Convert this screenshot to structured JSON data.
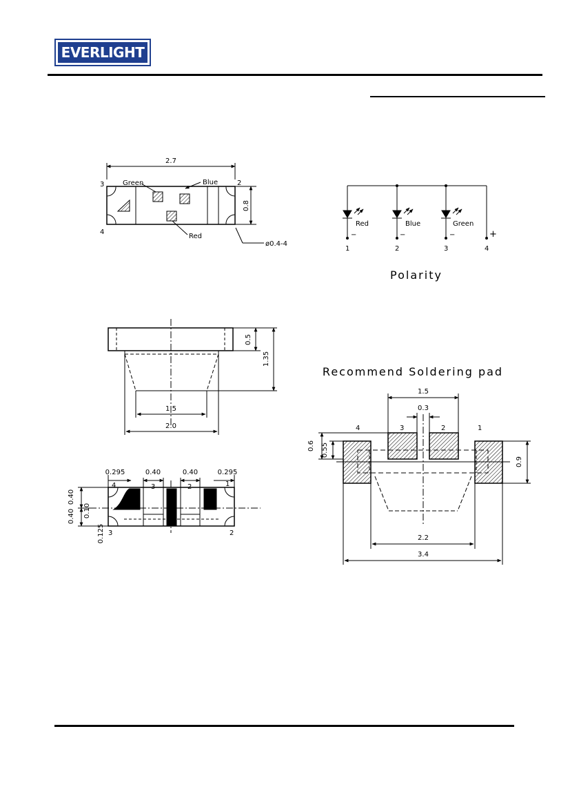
{
  "header": {
    "logo_text": "EVERLIGHT"
  },
  "top_view": {
    "width_dim": "2.7",
    "height_dim": "0.8",
    "hole_dim": "ø0.4-4",
    "pin3": "3",
    "pin2": "2",
    "pin4": "4",
    "green_label": "Green",
    "blue_label": "Blue",
    "red_label": "Red"
  },
  "circuit": {
    "title": "Polarity",
    "leds": [
      "Red",
      "Blue",
      "Green"
    ],
    "pins": [
      "1",
      "2",
      "3",
      "4"
    ],
    "minus": "−",
    "plus": "+"
  },
  "side_view": {
    "height_top": "0.5",
    "height_total": "1.35",
    "inner_width": "1.5",
    "outer_width": "2.0"
  },
  "bottom_view": {
    "dims": [
      "0.295",
      "0.40",
      "0.40",
      "0.295"
    ],
    "left_dims": [
      "0.40",
      "0.40",
      "0.10",
      "0.125"
    ],
    "pins": [
      "4",
      "3",
      "2",
      "1",
      "3",
      "2"
    ]
  },
  "solder_pad": {
    "title": "Recommend Soldering pad",
    "dim_top": "1.5",
    "dim_gap": "0.3",
    "dim_left_outer": "0.6",
    "dim_left_inner": "0.55",
    "dim_right": "0.9",
    "dim_inner_width": "2.2",
    "dim_total_width": "3.4",
    "pins": [
      "4",
      "3",
      "2",
      "1"
    ]
  }
}
